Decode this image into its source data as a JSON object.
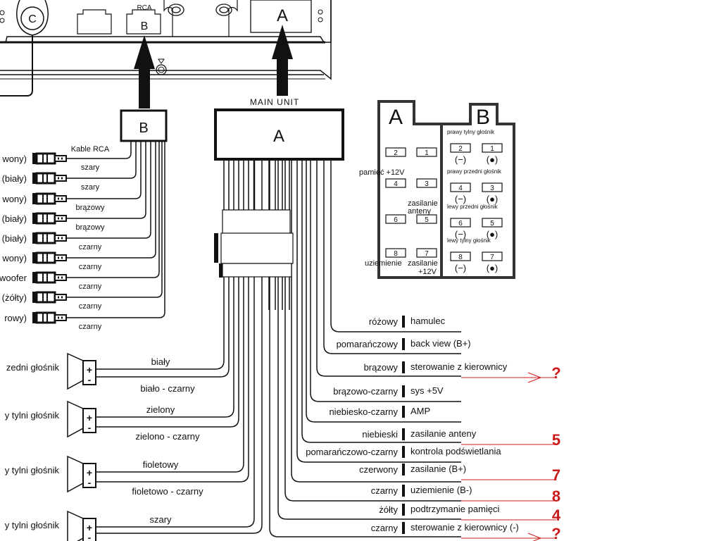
{
  "head_unit": {
    "port_c_label": "C",
    "port_rca_caption": "RCA",
    "port_b_label": "B",
    "port_a_label": "A"
  },
  "connector_b": {
    "label": "B"
  },
  "connector_a": {
    "label": "A",
    "caption": "MAIN UNIT"
  },
  "rca_cables": {
    "group_label": "Kable RCA",
    "items": [
      {
        "name_fragment": "wony)",
        "wire_color": "szary"
      },
      {
        "name_fragment": "(biały)",
        "wire_color": "szary"
      },
      {
        "name_fragment": "wony)",
        "wire_color": "brązowy"
      },
      {
        "name_fragment": "(biały)",
        "wire_color": "brązowy"
      },
      {
        "name_fragment": "(biały)",
        "wire_color": "czarny"
      },
      {
        "name_fragment": "wony)",
        "wire_color": "czarny"
      },
      {
        "name_fragment": "woofer",
        "wire_color": "czarny"
      },
      {
        "name_fragment": "(żółty)",
        "wire_color": "czarny"
      },
      {
        "name_fragment": "rowy)",
        "wire_color": "czarny"
      }
    ]
  },
  "speakers": [
    {
      "name_fragment": "zedni głośnik",
      "plus_wire": "biały",
      "minus_wire": "biało - czarny"
    },
    {
      "name_fragment": "y tylni głośnik",
      "plus_wire": "zielony",
      "minus_wire": "zielono - czarny"
    },
    {
      "name_fragment": "y tylni głośnik",
      "plus_wire": "fioletowy",
      "minus_wire": "fioletowo - czarny"
    },
    {
      "name_fragment": "y tylni głośnik",
      "plus_wire": "szary",
      "minus_wire": ""
    }
  ],
  "pinout": {
    "a": {
      "title": "A",
      "pins": [
        "2",
        "1",
        "4",
        "3",
        "6",
        "5",
        "8",
        "7"
      ],
      "labels": {
        "pin4": "pamięć +12V",
        "pin5_line1": "zasilanie",
        "pin5_line2": "anteny",
        "pin8": "uziemienie",
        "pin7_line1": "zasilanie",
        "pin7_line2": "+12V"
      }
    },
    "b": {
      "title": "B",
      "groups": [
        {
          "name": "prawy tylny głośnik",
          "neg_pin": "2",
          "pos_pin": "1"
        },
        {
          "name": "prawy przedni głośnik",
          "neg_pin": "4",
          "pos_pin": "3"
        },
        {
          "name": "lewy przedni głośnik",
          "neg_pin": "6",
          "pos_pin": "5"
        },
        {
          "name": "lewy tylny głośnik",
          "neg_pin": "8",
          "pos_pin": "7"
        }
      ],
      "neg_symbol": "(−)",
      "pos_symbol": "(●)"
    }
  },
  "main_wires": [
    {
      "color": "różowy",
      "function": "hamulec",
      "annotation": ""
    },
    {
      "color": "pomarańczowy",
      "function": "back view (B+)",
      "annotation": ""
    },
    {
      "color": "brązowy",
      "function": "sterowanie z kierownicy",
      "annotation": "?"
    },
    {
      "color": "brązowo-czarny",
      "function": "sys +5V",
      "annotation": ""
    },
    {
      "color": "niebiesko-czarny",
      "function": "AMP",
      "annotation": ""
    },
    {
      "color": "niebieski",
      "function": "zasilanie anteny",
      "annotation": "5"
    },
    {
      "color": "pomarańczowo-czarny",
      "function": "kontrola podświetlania",
      "annotation": ""
    },
    {
      "color": "czerwony",
      "function": "zasilanie (B+)",
      "annotation": "7"
    },
    {
      "color": "czarny",
      "function": "uziemienie (B-)",
      "annotation": "8"
    },
    {
      "color": "żółty",
      "function": "podtrzymanie pamięci",
      "annotation": "4"
    },
    {
      "color": "czarny",
      "function": "sterowanie z kierownicy (-)",
      "annotation": "?"
    }
  ],
  "colors": {
    "annotation_red": "#cc1a1a",
    "line": "#111111"
  }
}
